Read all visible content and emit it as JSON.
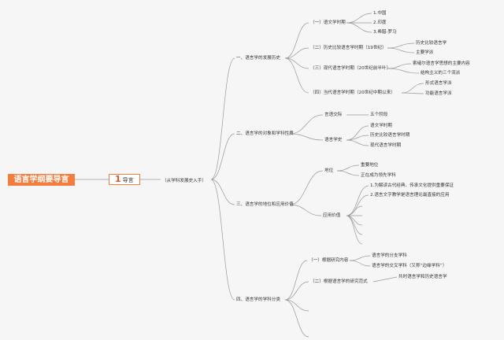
{
  "root": {
    "label": "语言学纲要导言"
  },
  "guide": {
    "number": "1",
    "label": "导言"
  },
  "note": {
    "label": "（从学科发展史入手）"
  },
  "branches": [
    {
      "label": "一、语言学的发展历史",
      "children": [
        {
          "label": "（一）语文学时期",
          "leaves": [
            "1.中国",
            "2.印度",
            "3.希腊-罗马"
          ]
        },
        {
          "label": "（二）历史比较语言学时期（19世纪）",
          "leaves": [
            "历史比较语言学",
            "主要学派"
          ]
        },
        {
          "label": "（三）现代语言学时期（20世纪前半叶）",
          "leaves": [
            "索绪尔语言学思想的主要内容",
            "结构主义的三个流派"
          ]
        },
        {
          "label": "（四）当代语言学时期（20世纪中期以来）",
          "leaves": [
            "形式语言学派",
            "功能语言学派"
          ]
        }
      ]
    },
    {
      "label": "二、语言学的对象和学科性质",
      "children": [
        {
          "label": "言语交际",
          "leaves": [
            "五个阶段"
          ]
        },
        {
          "label": "语言学史",
          "leaves": [
            "语文学时期",
            "历史比较语言学时期",
            "现代语言学时期"
          ]
        }
      ]
    },
    {
      "label": "三、语言学的地位和应用价值",
      "children": [
        {
          "label": "地位",
          "leaves": [
            "重要地位",
            "正在成为领先学科"
          ]
        },
        {
          "label": "应用价值",
          "leaves": [
            "1.为解读古代经典、传承文化提供重要保证",
            "2.语言文字教学是语言理论最直接的应用",
            "",
            "",
            "",
            "",
            ""
          ]
        }
      ]
    },
    {
      "label": "四、语言学的学科分类",
      "children": [
        {
          "label": "（一）根据研究内容",
          "leaves": [
            "语言学的分支学科",
            "语言学的交叉学科（又称“边缘学科”）"
          ]
        },
        {
          "label": "（二）根据语言学的研究范式",
          "leaves": [
            "共时语言学和历史语言学"
          ]
        },
        {
          "label": "",
          "leaves": []
        },
        {
          "label": "",
          "leaves": []
        }
      ]
    }
  ],
  "colors": {
    "root_bg": "#f47c3c",
    "line": "#999999",
    "accent": "#e84a2c"
  }
}
